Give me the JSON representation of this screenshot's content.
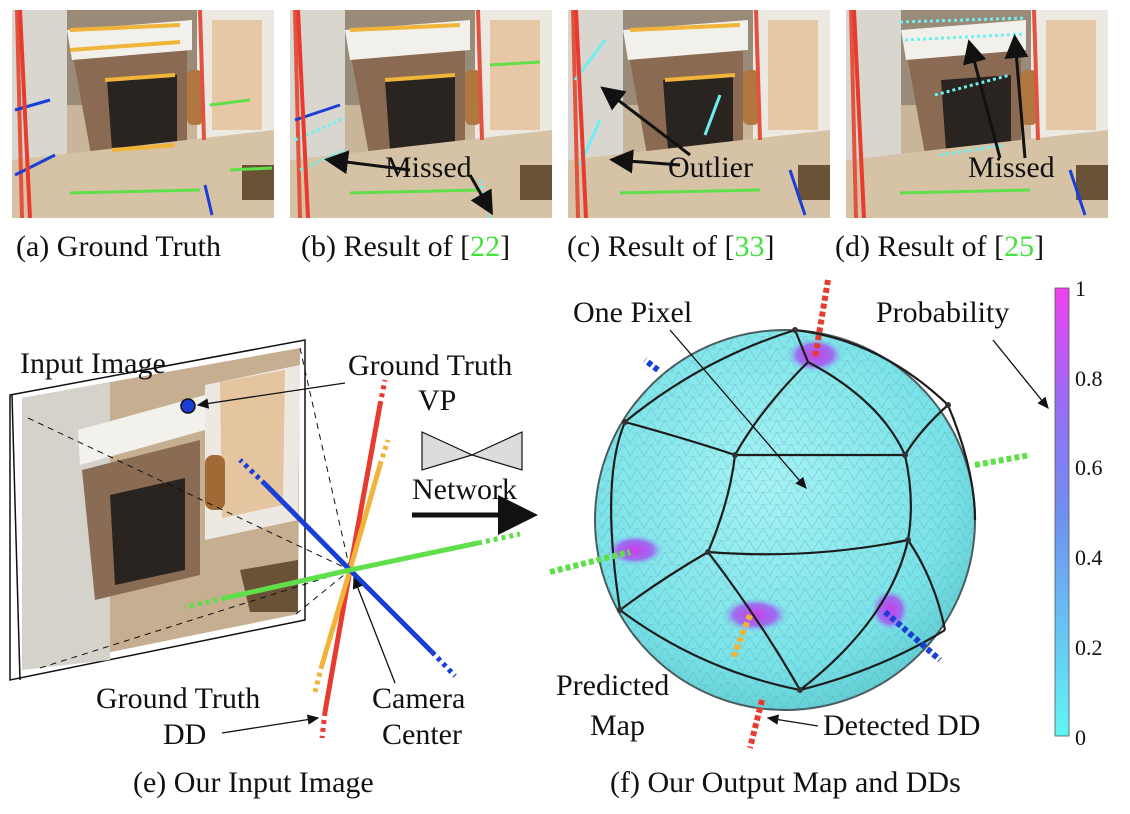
{
  "top_panels": [
    {
      "caption_prefix": "(a) Ground Truth",
      "ref": "",
      "caption_suffix": ""
    },
    {
      "caption_prefix": "(b) Result of [",
      "ref": "22",
      "caption_suffix": "]",
      "annotation": "Missed"
    },
    {
      "caption_prefix": "(c) Result of [",
      "ref": "33",
      "caption_suffix": "]",
      "annotation": "Outlier"
    },
    {
      "caption_prefix": "(d) Result of [",
      "ref": "25",
      "caption_suffix": "]",
      "annotation": "Missed"
    }
  ],
  "left_diagram": {
    "input_image_label": "Input Image",
    "gt_vp_label_1": "Ground Truth",
    "gt_vp_label_2": "VP",
    "network_label": "Network",
    "gt_dd_label_1": "Ground Truth",
    "gt_dd_label_2": "DD",
    "camera_center_1": "Camera",
    "camera_center_2": "Center",
    "caption": "(e) Our Input Image"
  },
  "right_diagram": {
    "one_pixel_label": "One Pixel",
    "probability_label": "Probability",
    "predicted_map_1": "Predicted",
    "predicted_map_2": "Map",
    "detected_dd_label": "Detected DD",
    "colorbar_ticks": [
      "1",
      "0.8",
      "0.6",
      "0.4",
      "0.2",
      "0"
    ],
    "caption": "(f) Our Output Map and DDs"
  },
  "colors": {
    "red": "#e83a2e",
    "green": "#5fe04a",
    "blue": "#1a3fd6",
    "yellow": "#f0b43a",
    "cyan": "#6ff0f0",
    "sphere": "#7ee8ec",
    "magenta": "#d040e8",
    "reference": "#44e13f"
  }
}
